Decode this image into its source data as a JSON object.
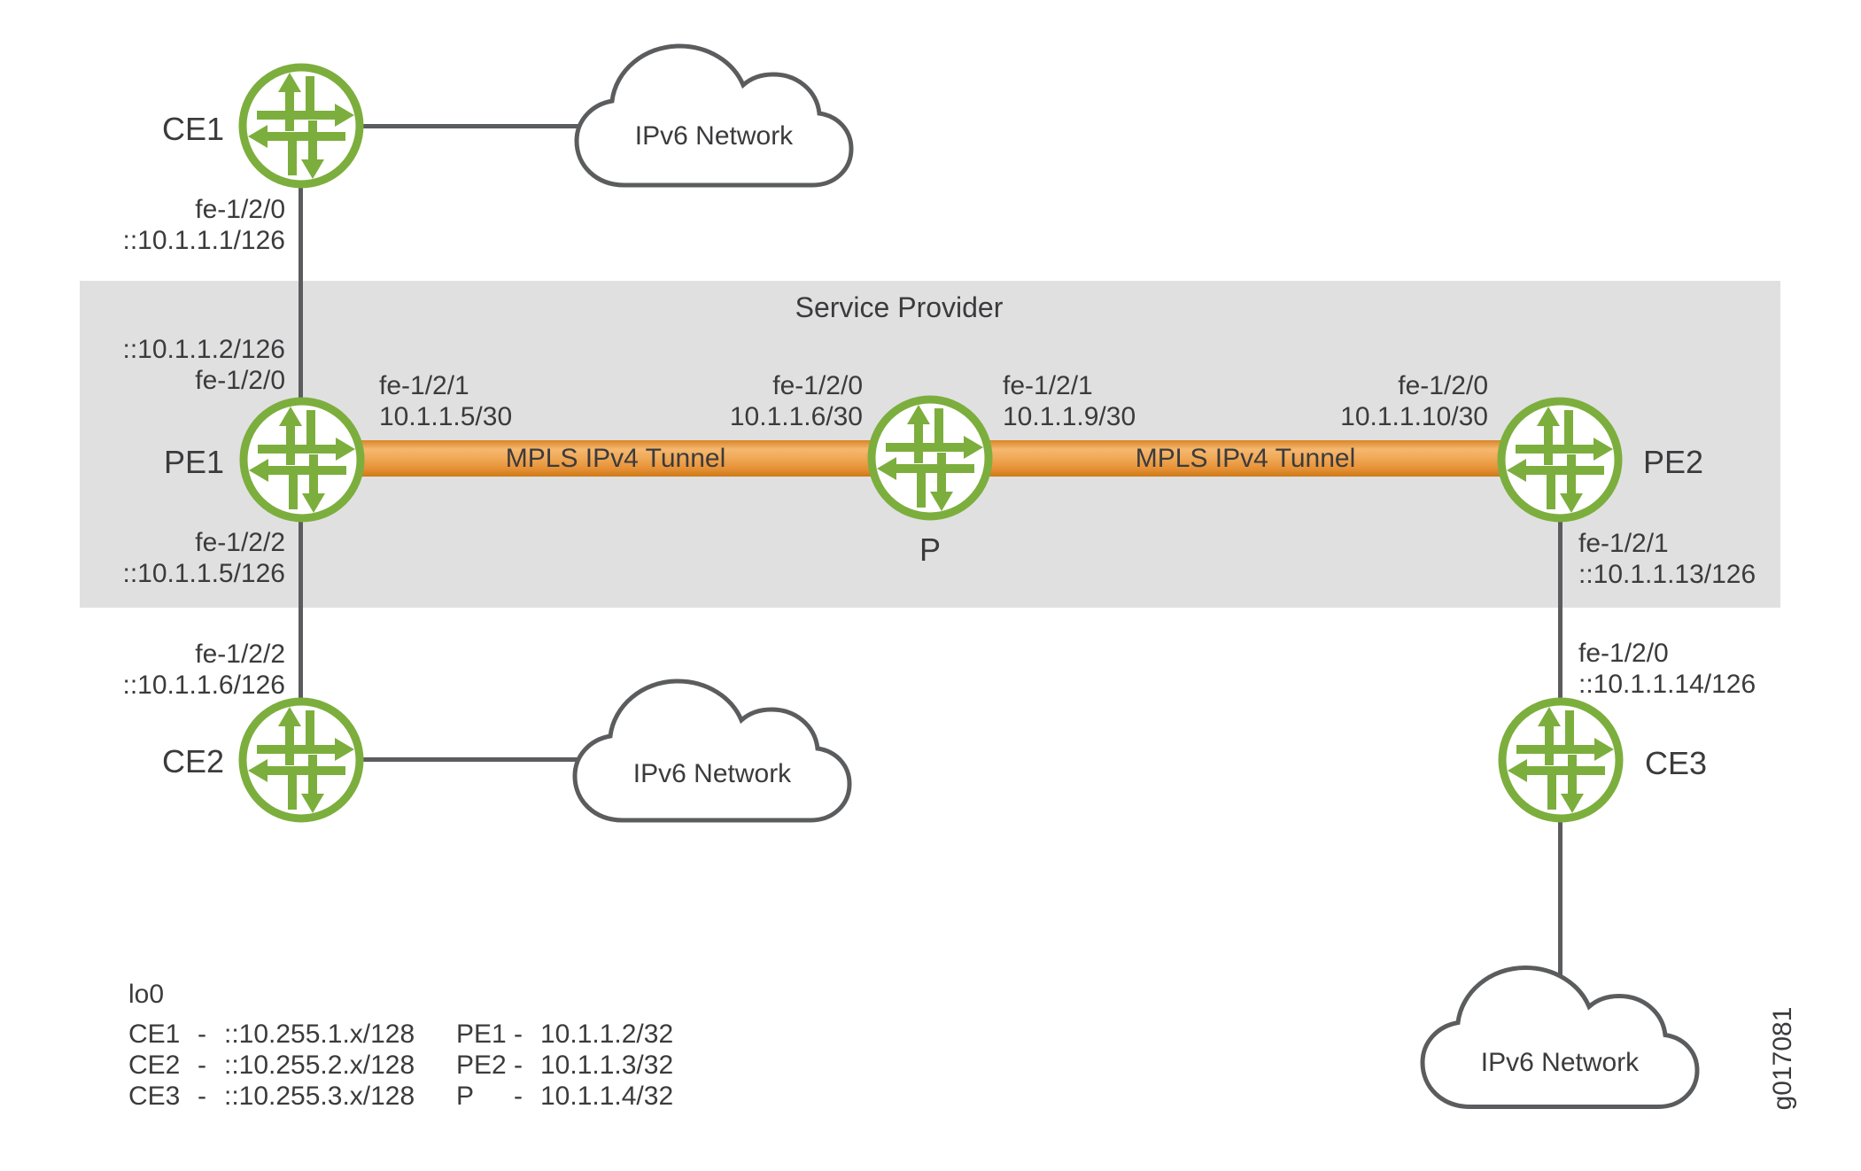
{
  "provider_region": {
    "label": "Service Provider"
  },
  "routers": {
    "ce1": {
      "label": "CE1"
    },
    "pe1": {
      "label": "PE1"
    },
    "ce2": {
      "label": "CE2"
    },
    "p": {
      "label": "P"
    },
    "pe2": {
      "label": "PE2"
    },
    "ce3": {
      "label": "CE3"
    }
  },
  "clouds": {
    "top": {
      "label": "IPv6 Network"
    },
    "left": {
      "label": "IPv6 Network"
    },
    "bottom": {
      "label": "IPv6 Network"
    }
  },
  "tunnels": {
    "pe1_p": {
      "label": "MPLS IPv4 Tunnel"
    },
    "p_pe2": {
      "label": "MPLS IPv4 Tunnel"
    }
  },
  "interfaces": {
    "ce1_down": {
      "line1": "fe-1/2/0",
      "line2": "::10.1.1.1/126"
    },
    "pe1_up": {
      "line1": "::10.1.1.2/126",
      "line2": "fe-1/2/0"
    },
    "pe1_right": {
      "line1": "fe-1/2/1",
      "line2": "10.1.1.5/30"
    },
    "pe1_down": {
      "line1": "fe-1/2/2",
      "line2": "::10.1.1.5/126"
    },
    "ce2_up": {
      "line1": "fe-1/2/2",
      "line2": "::10.1.1.6/126"
    },
    "p_left": {
      "line1": "fe-1/2/0",
      "line2": "10.1.1.6/30"
    },
    "p_right": {
      "line1": "fe-1/2/1",
      "line2": "10.1.1.9/30"
    },
    "pe2_left": {
      "line1": "fe-1/2/0",
      "line2": "10.1.1.10/30"
    },
    "pe2_down": {
      "line1": "fe-1/2/1",
      "line2": "::10.1.1.13/126"
    },
    "ce3_up": {
      "line1": "fe-1/2/0",
      "line2": "::10.1.1.14/126"
    }
  },
  "legend": {
    "title": "lo0",
    "dash": "-",
    "rows": [
      {
        "left_name": "CE1",
        "left_value": "::10.255.1.x/128",
        "right_name": "PE1",
        "right_value": "10.1.1.2/32"
      },
      {
        "left_name": "CE2",
        "left_value": "::10.255.2.x/128",
        "right_name": "PE2",
        "right_value": "10.1.1.3/32"
      },
      {
        "left_name": "CE3",
        "left_value": "::10.255.3.x/128",
        "right_name": "P",
        "right_value": "10.1.1.4/32"
      }
    ]
  },
  "figure_id": "g017081",
  "colors": {
    "router_green": "#7cae3d",
    "tunnel_orange": "#eea04e",
    "provider_gray": "#e0e0e1",
    "line_gray": "#5b5c5e",
    "text": "#3b3b3d"
  }
}
